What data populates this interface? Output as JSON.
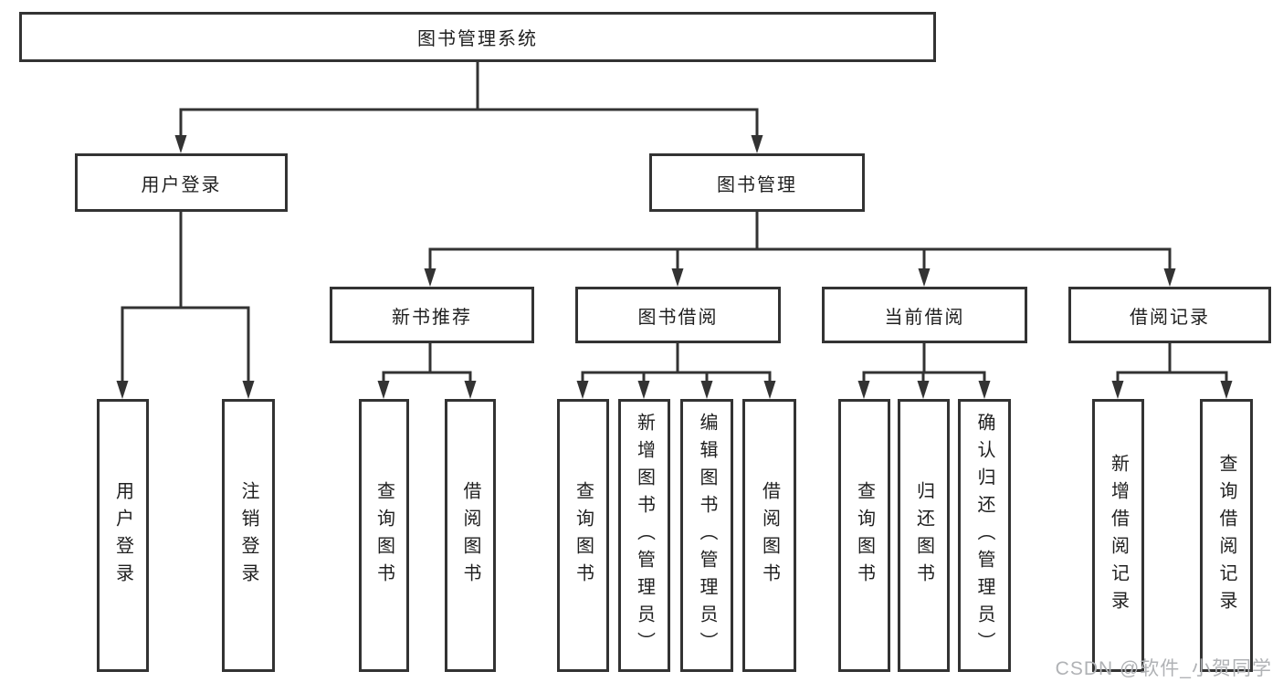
{
  "tree": {
    "root": {
      "label": "图书管理系统"
    },
    "children": [
      {
        "label": "用户登录",
        "children": [
          {
            "label": "用户登录"
          },
          {
            "label": "注销登录"
          }
        ]
      },
      {
        "label": "图书管理",
        "children": [
          {
            "label": "新书推荐",
            "children": [
              {
                "label": "查询图书"
              },
              {
                "label": "借阅图书"
              }
            ]
          },
          {
            "label": "图书借阅",
            "children": [
              {
                "label": "查询图书"
              },
              {
                "label": "新增图书（管理员）"
              },
              {
                "label": "编辑图书（管理员）"
              },
              {
                "label": "借阅图书"
              }
            ]
          },
          {
            "label": "当前借阅",
            "children": [
              {
                "label": "查询图书"
              },
              {
                "label": "归还图书"
              },
              {
                "label": "确认归还（管理员）"
              }
            ]
          },
          {
            "label": "借阅记录",
            "children": [
              {
                "label": "新增借阅记录"
              },
              {
                "label": "查询借阅记录"
              }
            ]
          }
        ]
      }
    ]
  },
  "watermark": {
    "text": "CSDN @软件_小贺同学"
  },
  "colors": {
    "line": "#333333",
    "box_border": "#333333",
    "text": "#1f1f1f",
    "background": "#ffffff",
    "watermark": "#b0b2b5"
  }
}
